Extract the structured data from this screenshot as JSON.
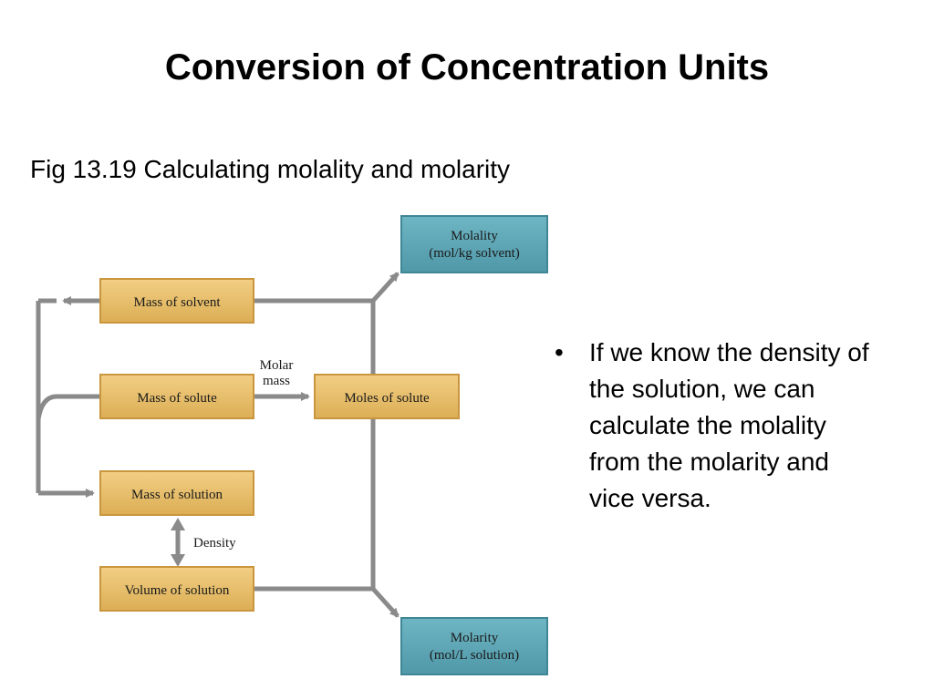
{
  "slide": {
    "title": "Conversion of Concentration Units",
    "subtitle": "Fig 13.19  Calculating molality and molarity"
  },
  "diagram": {
    "boxes": {
      "mass_of_solvent": "Mass of solvent",
      "mass_of_solute": "Mass of solute",
      "mass_of_solution": "Mass of solution",
      "volume_of_solution": "Volume of solution",
      "moles_of_solute": "Moles of solute",
      "molality_line1": "Molality",
      "molality_line2": "(mol/kg solvent)",
      "molarity_line1": "Molarity",
      "molarity_line2": "(mol/L solution)"
    },
    "labels": {
      "molar_mass_line1": "Molar",
      "molar_mass_line2": "mass",
      "density": "Density"
    },
    "colors": {
      "tan_box": "#e8c070",
      "blue_box": "#5fa9b8",
      "arrow": "#8a8a8a"
    }
  },
  "bullets": [
    "If we know the density of the solution, we can calculate the molality from the molarity and vice versa."
  ]
}
